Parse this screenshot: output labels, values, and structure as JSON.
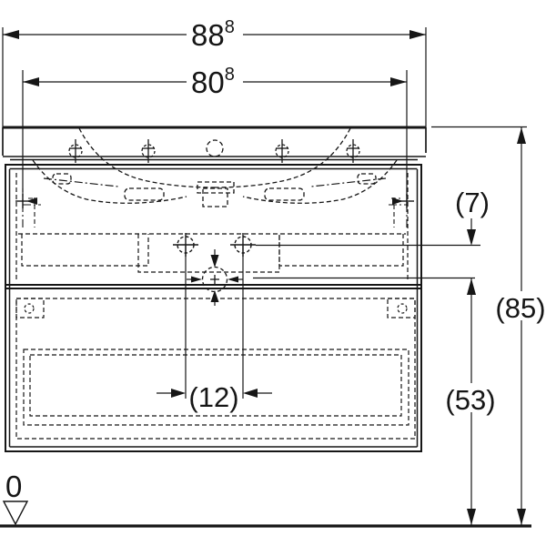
{
  "drawing": {
    "background": "#ffffff",
    "line_color": "#161616",
    "dimensions": {
      "width_total": {
        "value": "88",
        "sup": "8"
      },
      "width_fixing": {
        "value": "80",
        "sup": "8"
      },
      "offset_fixing_to_drain": {
        "label": "(7)"
      },
      "height_total": {
        "label": "(85)"
      },
      "height_drain": {
        "label": "(53)"
      },
      "drain_spacing": {
        "label": "(12)"
      },
      "datum": {
        "label": "0"
      }
    }
  }
}
